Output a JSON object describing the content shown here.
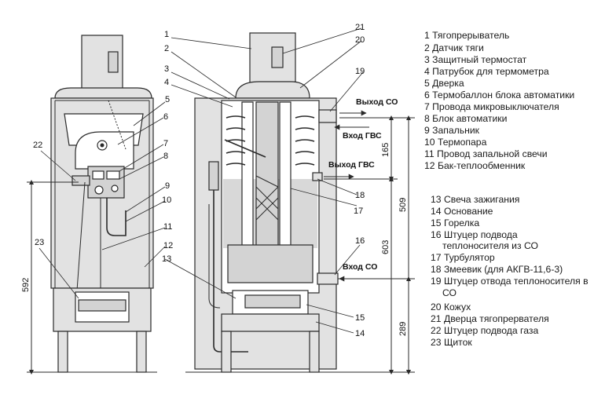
{
  "callouts": {
    "c1": "1",
    "c2": "2",
    "c3": "3",
    "c4": "4",
    "c5": "5",
    "c6": "6",
    "c7": "7",
    "c8": "8",
    "c9": "9",
    "c10": "10",
    "c11": "11",
    "c12": "12",
    "c13": "13",
    "c14": "14",
    "c15": "15",
    "c16": "16",
    "c17": "17",
    "c18": "18",
    "c19": "19",
    "c20": "20",
    "c21": "21",
    "c22": "22",
    "c23": "23"
  },
  "flows": {
    "co_out": "Выход СО",
    "dhw_in": "Вход ГВС",
    "dhw_out": "Выход ГВС",
    "co_in": "Вход СО"
  },
  "dimensions": {
    "d592": "592",
    "d165": "165",
    "d509": "509",
    "d603": "603",
    "d289": "289"
  },
  "legend": [
    "1 Тягопрерыватель",
    "2 Датчик тяги",
    "3 Защитный термостат",
    "4 Патрубок для термометра",
    "5 Дверка",
    "6 Термобаллон блока автоматики",
    "7 Провода микровыключателя",
    "8 Блок автоматики",
    "9 Запальник",
    "10 Термопара",
    "11 Провод запальной свечи",
    "12 Бак-теплообменник",
    "13 Свеча зажигания",
    "14 Основание",
    "15 Горелка",
    "16 Штуцер подвода",
    "теплоносителя из СО",
    "17 Турбулятор",
    "18 Змеевик (для АКГВ-11,6-3)",
    "19 Штуцер отвода теплоносителя в",
    "СО",
    "20 Кожух",
    "21 Дверца тягопрервателя",
    "22 Штуцер подвода газа",
    "23 Щиток"
  ]
}
